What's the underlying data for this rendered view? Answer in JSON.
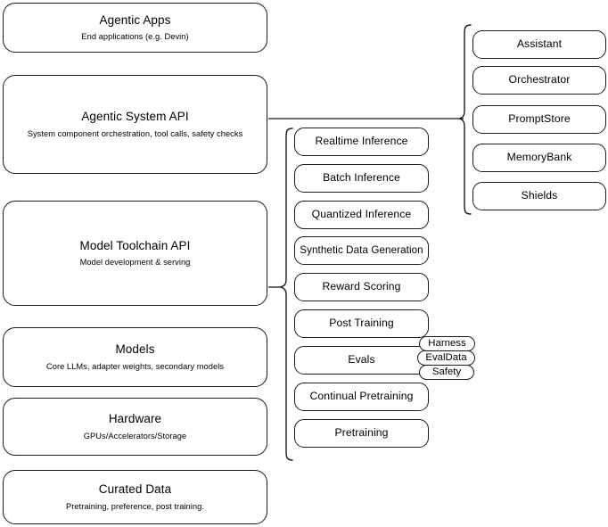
{
  "diagram": {
    "title": "AI Stack Architecture Diagram",
    "background_color": "#ffffff",
    "stroke_color": "#1a1a1a"
  },
  "stack": {
    "name": "platform-stack",
    "layers": [
      {
        "id": "agentic-apps",
        "title": "Agentic Apps",
        "subtitle": "End applications (e.g. Devin)"
      },
      {
        "id": "agentic-system-api",
        "title": "Agentic System API",
        "subtitle": "System component orchestration, tool calls, safety checks"
      },
      {
        "id": "model-toolchain-api",
        "title": "Model Toolchain API",
        "subtitle": "Model development & serving"
      },
      {
        "id": "models",
        "title": "Models",
        "subtitle": "Core LLMs, adapter weights, secondary models"
      },
      {
        "id": "hardware",
        "title": "Hardware",
        "subtitle": "GPUs/Accelerators/Storage"
      },
      {
        "id": "curated-data",
        "title": "Curated Data",
        "subtitle": "Pretraining, preference, post training."
      }
    ]
  },
  "system_components": {
    "name": "agentic-system-components",
    "source_layer": "agentic-system-api",
    "items": [
      {
        "id": "assistant",
        "label": "Assistant"
      },
      {
        "id": "orchestrator",
        "label": "Orchestrator"
      },
      {
        "id": "promptstore",
        "label": "PromptStore"
      },
      {
        "id": "memorybank",
        "label": "MemoryBank"
      },
      {
        "id": "shields",
        "label": "Shields"
      }
    ]
  },
  "toolchain_capabilities": {
    "name": "model-toolchain-capabilities",
    "source_layer": "model-toolchain-api",
    "items": [
      {
        "id": "realtime-inference",
        "label": "Realtime Inference"
      },
      {
        "id": "batch-inference",
        "label": "Batch Inference"
      },
      {
        "id": "quantized-inference",
        "label": "Quantized Inference"
      },
      {
        "id": "synthetic-data-generation",
        "label": "Synthetic Data Generation"
      },
      {
        "id": "reward-scoring",
        "label": "Reward Scoring"
      },
      {
        "id": "post-training",
        "label": "Post Training"
      },
      {
        "id": "evals",
        "label": "Evals"
      },
      {
        "id": "continual-pretraining",
        "label": "Continual Pretraining"
      },
      {
        "id": "pretraining",
        "label": "Pretraining"
      }
    ]
  },
  "evals_badges": {
    "name": "evals-sub-components",
    "parent": "evals",
    "items": [
      {
        "id": "harness",
        "label": "Harness"
      },
      {
        "id": "evaldata",
        "label": "EvalData"
      },
      {
        "id": "safety",
        "label": "Safety"
      }
    ]
  }
}
